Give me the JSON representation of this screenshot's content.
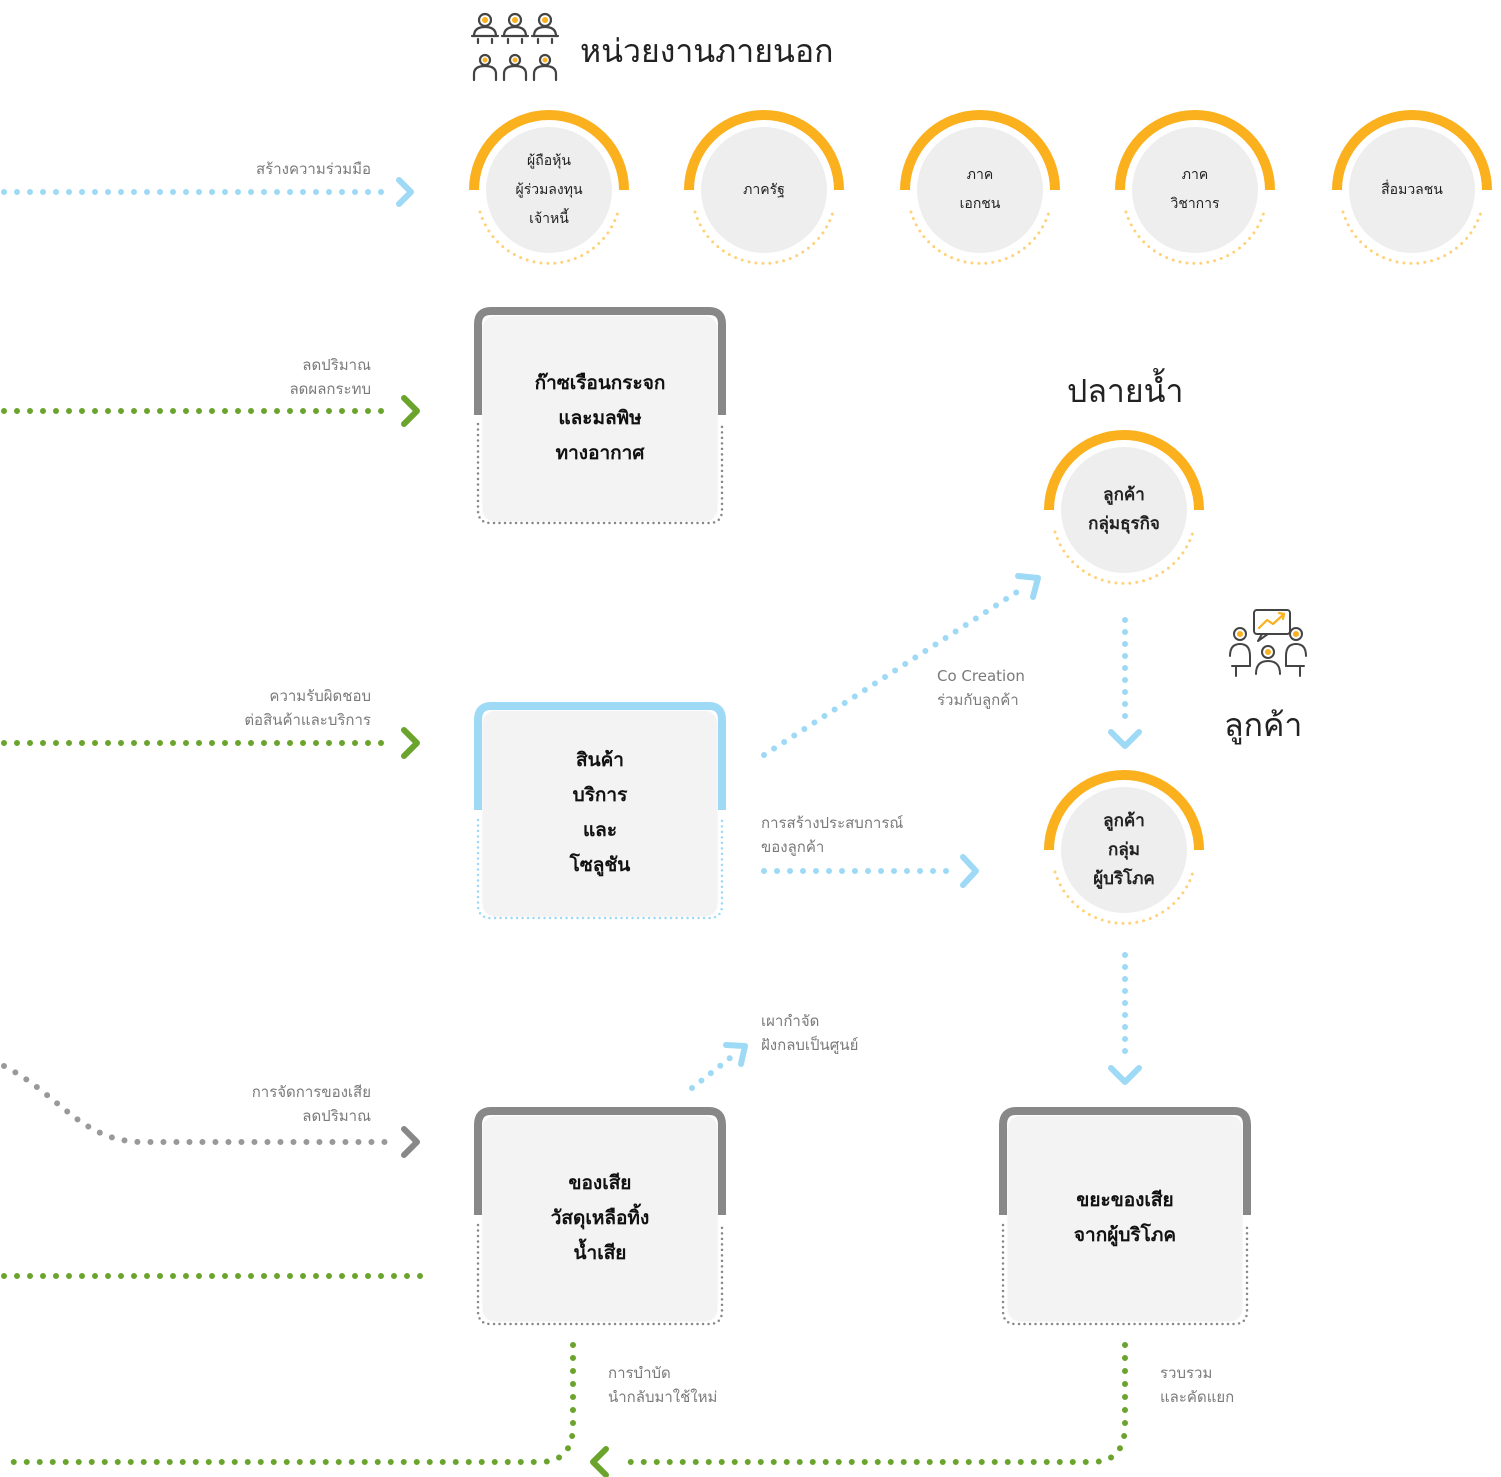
{
  "header": {
    "title": "หน่วยงานภายนอก",
    "icon": "people-group-icon"
  },
  "stakeholders": [
    {
      "lines": [
        "ผู้ถือหุ้น",
        "ผู้ร่วมลงทุน",
        "เจ้าหนี้"
      ]
    },
    {
      "lines": [
        "ภาครัฐ"
      ]
    },
    {
      "lines": [
        "ภาค",
        "เอกชน"
      ]
    },
    {
      "lines": [
        "ภาค",
        "วิชาการ"
      ]
    },
    {
      "lines": [
        "สื่อมวลชน"
      ]
    }
  ],
  "left_flows": [
    {
      "lines": [
        "สร้างความร่วมมือ"
      ]
    },
    {
      "lines": [
        "ลดปริมาณ",
        "ลดผลกระทบ"
      ]
    },
    {
      "lines": [
        "ความรับผิดชอบ",
        "ต่อสินค้าและบริการ"
      ]
    },
    {
      "lines": [
        "การจัดการของเสีย",
        "ลดปริมาณ"
      ]
    }
  ],
  "boxes": {
    "emissions": {
      "lines": [
        "ก๊าซเรือนกระจก",
        "และมลพิษ",
        "ทางอากาศ"
      ]
    },
    "products": {
      "lines": [
        "สินค้า",
        "บริการ",
        "และ",
        "โซลูชัน"
      ]
    },
    "waste": {
      "lines": [
        "ของเสีย",
        "วัสดุเหลือทิ้ง",
        "น้ำเสีย"
      ]
    },
    "consumer_waste": {
      "lines": [
        "ขยะของเสีย",
        "จากผู้บริโภค"
      ]
    }
  },
  "downstream": {
    "title": "ปลายน้ำ",
    "business_customers": {
      "lines": [
        "ลูกค้า",
        "กลุ่มธุรกิจ"
      ]
    },
    "consumer_customers": {
      "lines": [
        "ลูกค้า",
        "กลุ่ม",
        "ผู้บริโภค"
      ]
    }
  },
  "customer": {
    "title": "ลูกค้า",
    "icon": "customer-meeting-icon"
  },
  "annotations": {
    "co_creation": [
      "Co Creation",
      "ร่วมกับลูกค้า"
    ],
    "experience": [
      "การสร้างประสบการณ์",
      "ของลูกค้า"
    ],
    "incinerate": [
      "เผากำจัด",
      "ฝังกลบเป็นศูนย์"
    ],
    "treatment": [
      "การบำบัด",
      "นำกลับมาใช้ใหม่"
    ],
    "collect": [
      "รวบรวม",
      "และคัดแยก"
    ]
  },
  "colors": {
    "gold": "#FBB01E",
    "gold_dots": "#FFD27A",
    "light_blue": "#9ED9F6",
    "green": "#6BA42D",
    "gray": "#888888",
    "gray_dots": "#AAAAAA",
    "circle_fill": "#EEEEEE",
    "box_fill": "#F3F3F3"
  }
}
